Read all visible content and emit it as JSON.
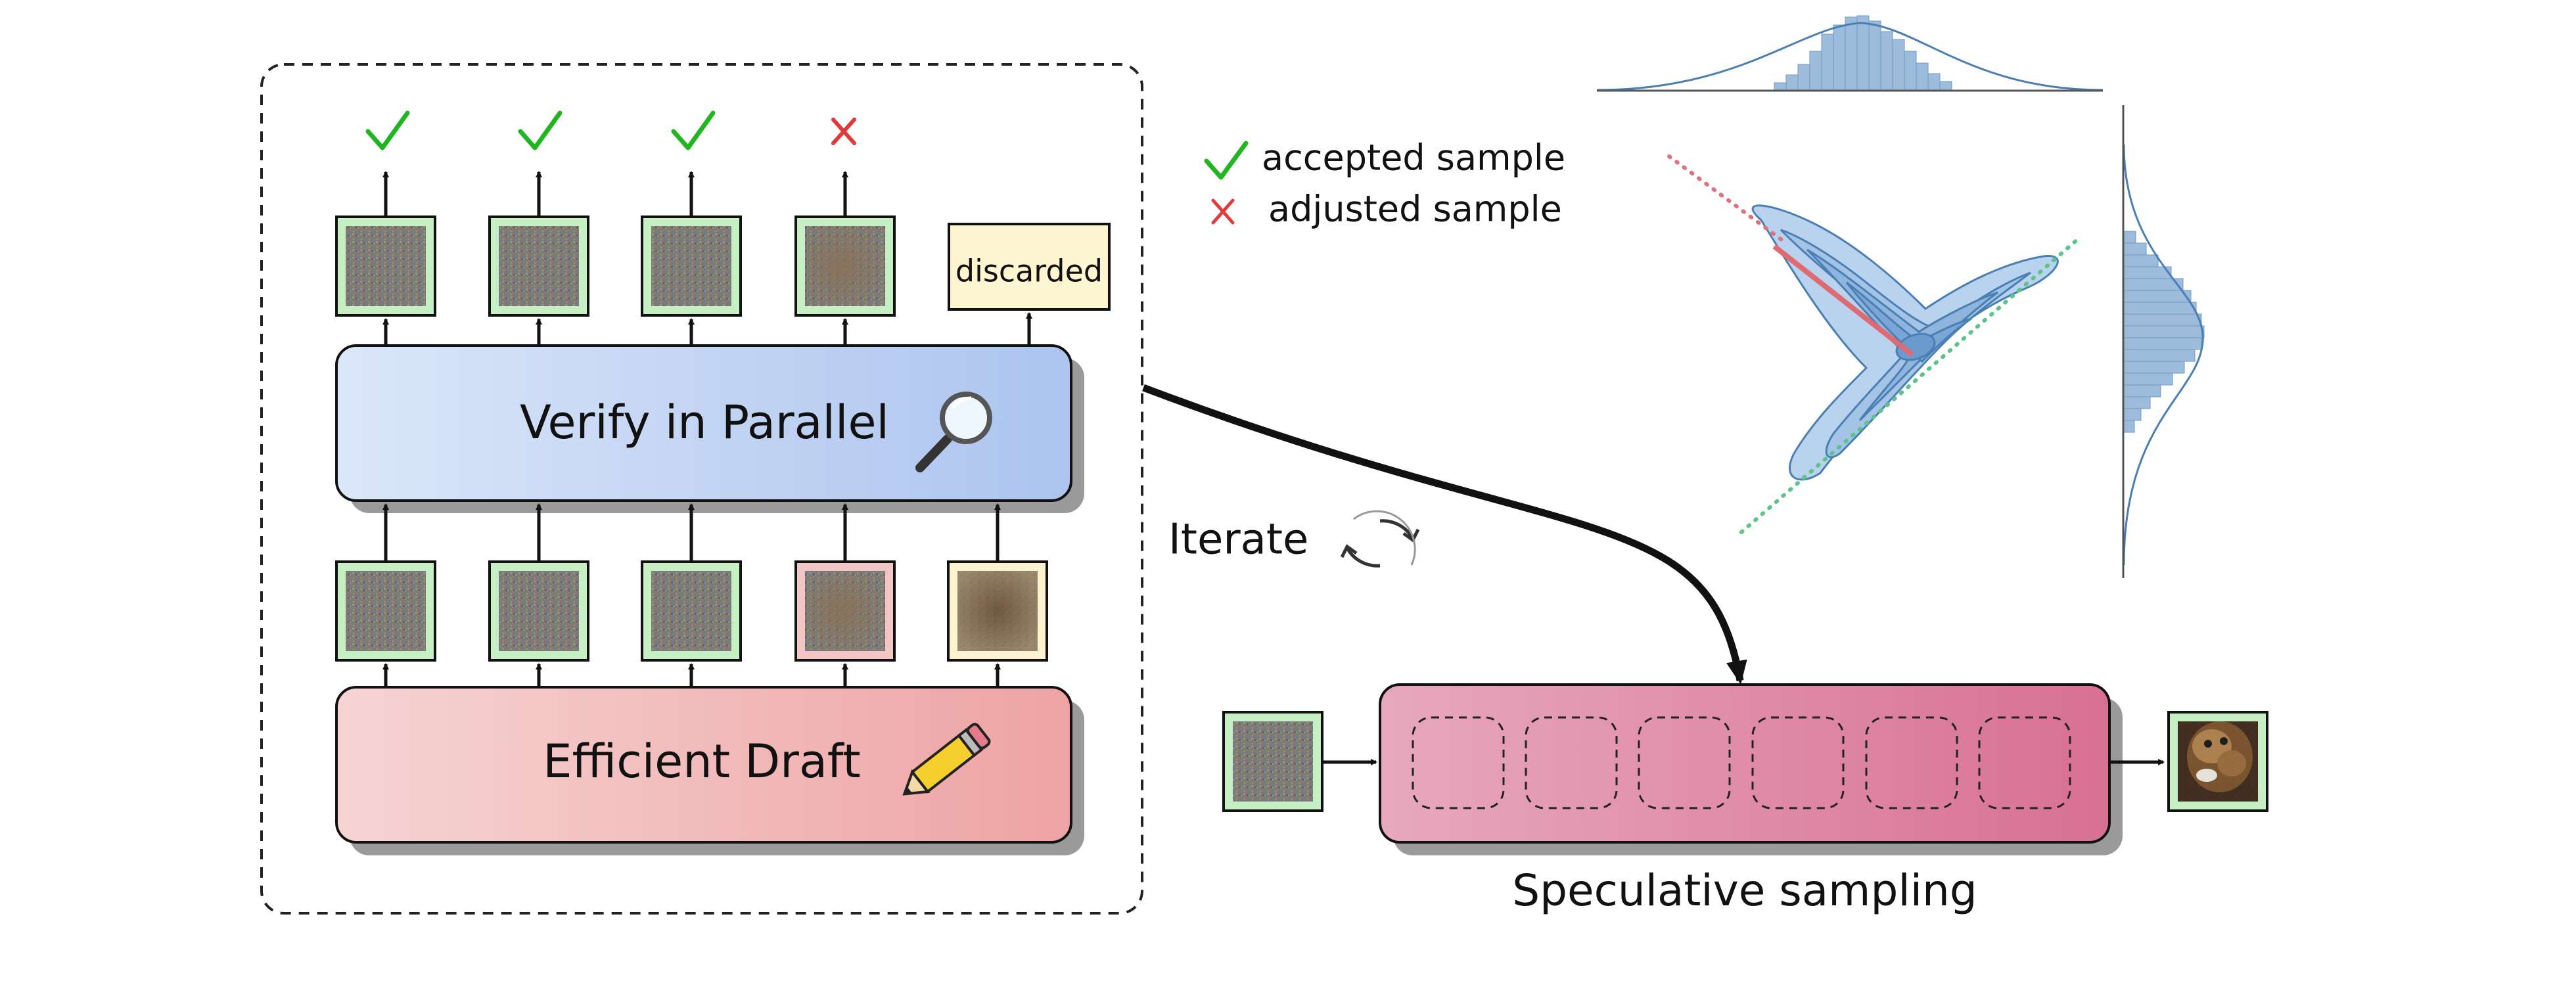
{
  "labels": {
    "verify": "Verify in Parallel",
    "draft": "Efficient Draft",
    "discarded": "discarded",
    "iterate": "Iterate",
    "speculative": "Speculative sampling"
  },
  "legend": [
    {
      "mark": "check-icon",
      "label": "accepted sample",
      "color": "#22b522"
    },
    {
      "mark": "cross-icon",
      "label": "adjusted sample",
      "color": "#e03a3a"
    }
  ],
  "status_marks": [
    "accepted",
    "accepted",
    "accepted",
    "adjusted"
  ],
  "tiles": {
    "top_row": [
      "noise",
      "noise",
      "noise",
      "partial"
    ],
    "bottom_row": [
      "noise",
      "noise",
      "noise",
      "partial-rejected",
      "dog-draft"
    ],
    "input": "noise",
    "output": "dog"
  },
  "colors": {
    "verify_box": "#b0c7f0",
    "draft_box": "#efa6a6",
    "spec_box": "#da7497",
    "tile_border_green": "#c6f0c4",
    "tile_border_red": "#f3c6c6",
    "tile_border_yellow": "#fbf3cf",
    "discarded_fill": "#fdf6d0",
    "density": "#5b8fc4",
    "accept_line": "#5cc48a",
    "reject_line": "#e0707a"
  }
}
